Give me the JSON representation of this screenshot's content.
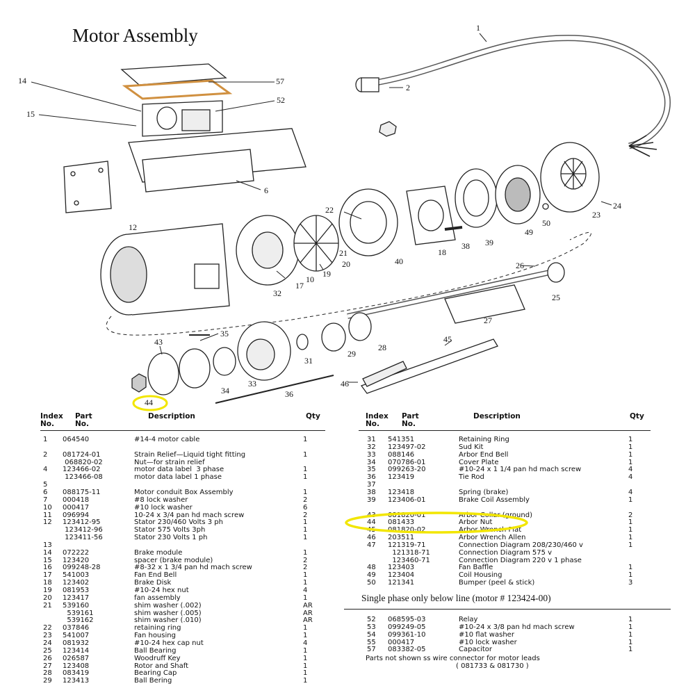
{
  "title": "Motor Assembly",
  "diagram_labels": [
    "1",
    "2",
    "14",
    "15",
    "57",
    "52",
    "6",
    "12",
    "22",
    "18",
    "38",
    "39",
    "49",
    "23",
    "24",
    "50",
    "21",
    "20",
    "40",
    "10",
    "19",
    "17",
    "32",
    "26",
    "25",
    "27",
    "35",
    "43",
    "34",
    "33",
    "36",
    "31",
    "29",
    "28",
    "45",
    "46",
    "44"
  ],
  "highlight_color": "#f2e600",
  "highlighted_index": "44",
  "headers": {
    "index": "Index\nNo.",
    "part": "Part\nNo.",
    "description": "Description",
    "qty": "Qty"
  },
  "left_rows": [
    [
      "1",
      "064540",
      "#14-4 motor cable",
      "1"
    ],
    [
      "",
      "",
      "",
      ""
    ],
    [
      "2",
      "081724-01",
      "Strain Relief—Liquid tight fitting",
      "1"
    ],
    [
      "",
      " 068820-02",
      "Nut—for strain relief",
      ""
    ],
    [
      "4",
      "123466-02",
      "motor data label  3 phase",
      "1"
    ],
    [
      "",
      " 123466-08",
      "motor data label 1 phase",
      "1"
    ],
    [
      "5",
      "",
      "",
      ""
    ],
    [
      "6",
      "088175-11",
      "Motor conduit Box Assembly",
      "1"
    ],
    [
      "7",
      "000418",
      "#8 lock washer",
      "2"
    ],
    [
      "10",
      "000417",
      "#10 lock washer",
      "6"
    ],
    [
      "11",
      "096994",
      "10-24 x 3/4 pan hd mach screw",
      "2"
    ],
    [
      "12",
      "123412-95",
      "Stator 230/460 Volts 3 ph",
      "1"
    ],
    [
      "",
      " 123412-96",
      "Stator 575 Volts 3ph",
      "1"
    ],
    [
      "",
      " 123411-56",
      "Stator 230 Volts 1 ph",
      "1"
    ],
    [
      "13",
      "",
      "",
      ""
    ],
    [
      "14",
      "072222",
      "Brake module",
      "1"
    ],
    [
      "15",
      "123420",
      "spacer (brake module)",
      "2"
    ],
    [
      "16",
      "099248-28",
      "#8-32 x 1 3/4 pan hd mach screw",
      "2"
    ],
    [
      "17",
      "541003",
      "Fan End Bell",
      "1"
    ],
    [
      "18",
      "123402",
      "Brake Disk",
      "1"
    ],
    [
      "19",
      "081953",
      "#10-24 hex nut",
      "4"
    ],
    [
      "20",
      "123417",
      "fan assembly",
      "1"
    ],
    [
      "21",
      "539160",
      "shim washer (.002)",
      "AR"
    ],
    [
      "",
      "  539161",
      "shim washer (.005)",
      "AR"
    ],
    [
      "",
      "  539162",
      "shim washer (.010)",
      "AR"
    ],
    [
      "22",
      "037846",
      "retaining ring",
      "1"
    ],
    [
      "23",
      "541007",
      "Fan housing",
      "1"
    ],
    [
      "24",
      "081932",
      "#10-24 hex cap nut",
      "4"
    ],
    [
      "25",
      "123414",
      "Ball Bearing",
      "1"
    ],
    [
      "26",
      "026587",
      "Woodruff Key",
      "1"
    ],
    [
      "27",
      "123408",
      "Rotor and Shaft",
      "1"
    ],
    [
      "28",
      "083419",
      "Bearing Cap",
      "1"
    ],
    [
      "29",
      "123413",
      "Ball Bering",
      "1"
    ]
  ],
  "right_rows": [
    [
      "31",
      "541351",
      "Retaining Ring",
      "1"
    ],
    [
      "32",
      "123497-02",
      "Sud Kit",
      "1"
    ],
    [
      "33",
      "088146",
      "Arbor End Bell",
      "1"
    ],
    [
      "34",
      "070786-01",
      "Cover Plate",
      "1"
    ],
    [
      "35",
      "099263-20",
      "#10-24 x 1 1/4 pan hd mach screw",
      "4"
    ],
    [
      "36",
      "123419",
      "Tie Rod",
      "4"
    ],
    [
      "37",
      "",
      "",
      ""
    ],
    [
      "38",
      "123418",
      "Spring (brake)",
      "4"
    ],
    [
      "39",
      "123406-01",
      "Brake Coil Assembly",
      "1"
    ],
    [
      "",
      "",
      "",
      ""
    ],
    [
      "43",
      "081820-01",
      "Arbor Collar (ground)",
      "2"
    ],
    [
      "44",
      "081433",
      "Arbor Nut",
      "1"
    ],
    [
      "45",
      "081820-02",
      "Arbor Wrench Flat",
      "1"
    ],
    [
      "46",
      "203511",
      "Arbor Wrench Allen",
      "1"
    ],
    [
      "47",
      "121319-71",
      "Connection Diagram 208/230/460 v",
      "1"
    ],
    [
      "",
      "  121318-71",
      "Connection Diagram 575 v",
      ""
    ],
    [
      "",
      "  123460-71",
      "Connection Diagram 220 v 1 phase",
      ""
    ],
    [
      "48",
      "123403",
      "Fan Baffle",
      "1"
    ],
    [
      "49",
      "123404",
      "Coil Housing",
      "1"
    ],
    [
      "50",
      "121341",
      "Bumper (peel & stick)",
      "3"
    ]
  ],
  "single_phase_note": "Single phase only below line (motor # 123424-00)",
  "single_phase_rows": [
    [
      "52",
      "068595-03",
      "Relay",
      "1"
    ],
    [
      "53",
      "099249-05",
      "#10-24 x 3/8 pan hd mach screw",
      "1"
    ],
    [
      "54",
      "099361-10",
      "#10 flat washer",
      "1"
    ],
    [
      "55",
      "000417",
      "#10 lock washer",
      "1"
    ],
    [
      "57",
      "083382-05",
      "Capacitor",
      "1"
    ]
  ],
  "footnote_line1": "Parts not shown  ss wire connector for motor leads",
  "footnote_line2": "( 081733 &  081730 )"
}
